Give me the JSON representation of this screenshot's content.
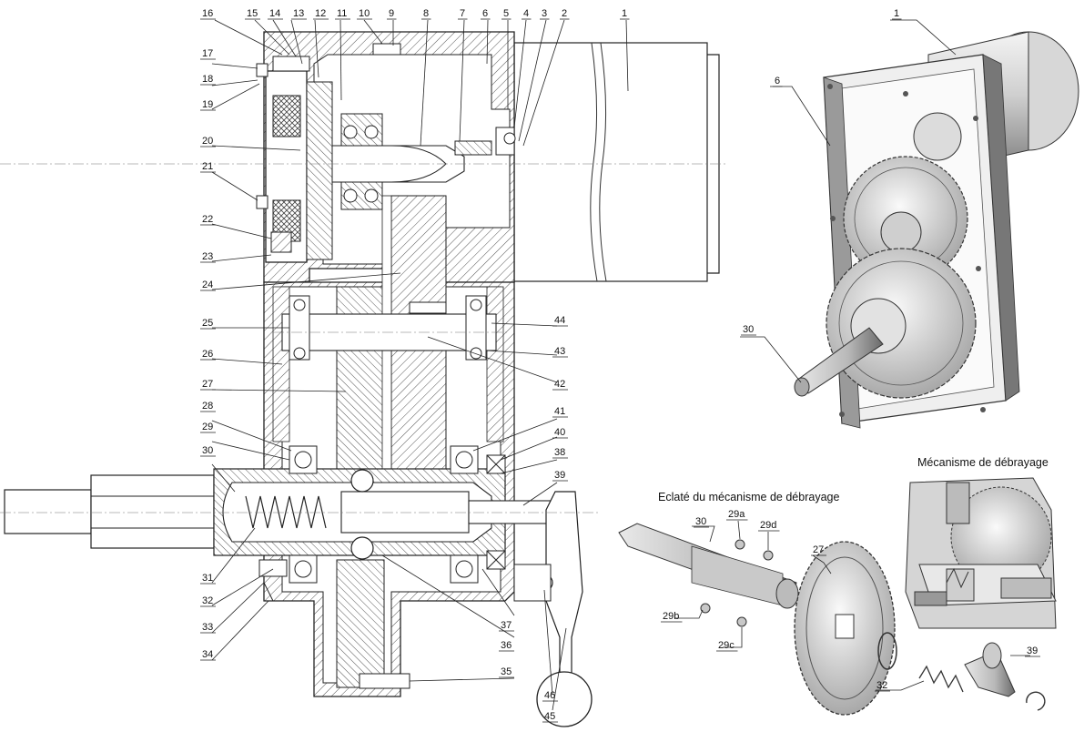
{
  "section_labels": {
    "top": [
      "16",
      "15",
      "14",
      "13",
      "12",
      "11",
      "10",
      "9",
      "8",
      "7",
      "6",
      "5",
      "4",
      "3",
      "2",
      "1"
    ],
    "left": [
      "17",
      "18",
      "19",
      "20",
      "21",
      "22",
      "23",
      "24",
      "25",
      "26",
      "27",
      "28",
      "29",
      "30",
      "31",
      "32",
      "33",
      "34"
    ],
    "right": [
      "44",
      "43",
      "42",
      "41",
      "40",
      "38",
      "39",
      "37",
      "36",
      "35",
      "46",
      "45"
    ]
  },
  "iso_view": {
    "labels": [
      "1",
      "6",
      "30"
    ]
  },
  "exploded_view": {
    "title": "Eclaté du mécanisme de débrayage",
    "labels": [
      "30",
      "29a",
      "29d",
      "27",
      "29b",
      "29c",
      "32",
      "39"
    ]
  },
  "mechanism_view": {
    "title": "Mécanisme de débrayage"
  }
}
